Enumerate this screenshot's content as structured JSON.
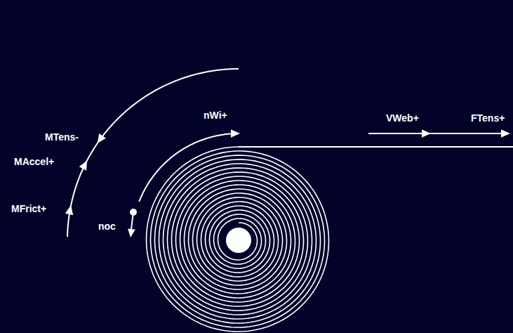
{
  "diagram": {
    "labels": [
      "MTens-",
      "MAccel+",
      "MFrict+",
      "nWi+",
      "noc",
      "VWeb+",
      "FTens+"
    ]
  }
}
